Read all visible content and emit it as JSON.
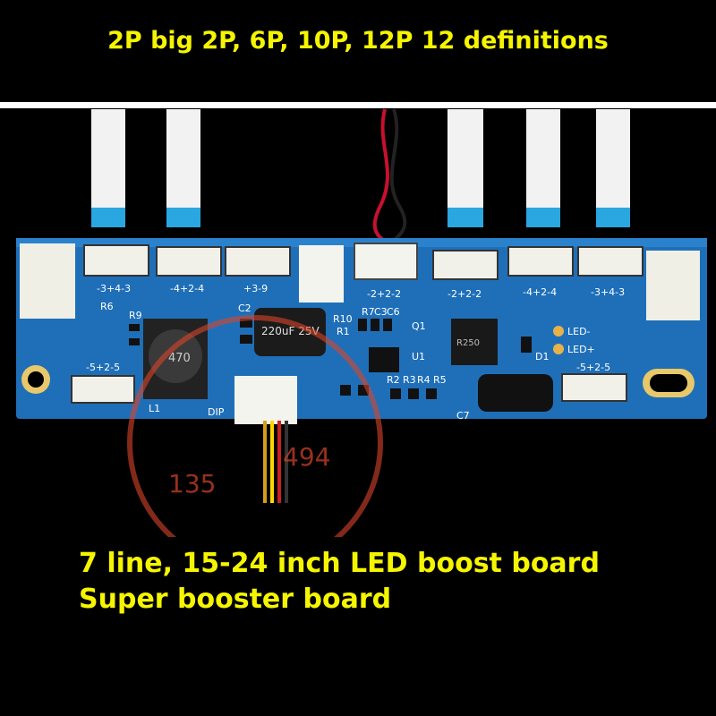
{
  "captions": {
    "top": "2P big 2P, 6P, 10P, 12P 12 definitions",
    "bottom_line_1": "7 line, 15-24 inch LED boost board",
    "bottom_line_2": "Super booster board"
  },
  "board": {
    "connector_labels": [
      "-3+4-3",
      "-4+2-4",
      "+3-9",
      "-2+2-2",
      "-2+2-2",
      "-4+2-4",
      "-3+4-3",
      "-5+2-5",
      "-5+2-5"
    ],
    "component_labels": [
      "R6",
      "R9",
      "C2",
      "R10",
      "R7",
      "C3",
      "C6",
      "Q1",
      "R1",
      "U1",
      "D1",
      "R2",
      "R3",
      "R4",
      "R5",
      "C7",
      "L1",
      "DIP"
    ],
    "led_labels": [
      "LED-",
      "LED+"
    ],
    "capacitor_text": "220uF 25V",
    "inductor_text": "470",
    "mosfet_text": "R250"
  },
  "watermark": {
    "text_fragments": [
      "135",
      "494"
    ]
  },
  "colors": {
    "background": "#000000",
    "caption": "#f5f500",
    "pcb": "#1f6fb8",
    "pcb_dark": "#175a98",
    "silkscreen": "#ffffff",
    "flex_cable": "#f2f2f2",
    "flex_tip": "#2aa6e0",
    "stamp": "#d9452a"
  }
}
